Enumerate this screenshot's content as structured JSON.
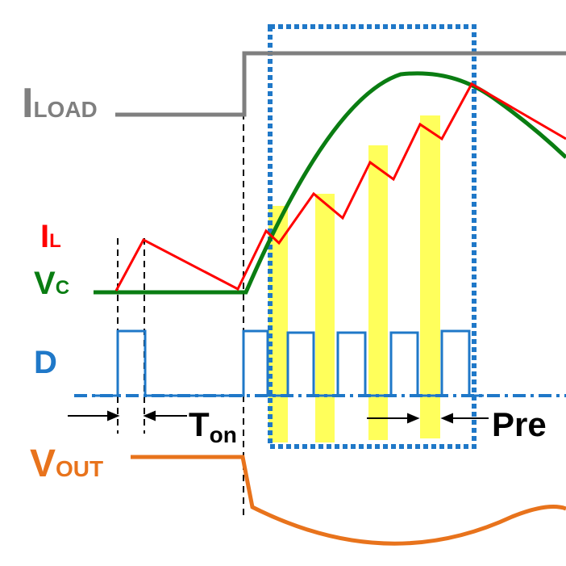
{
  "labels": {
    "iload": {
      "main": "I",
      "sub": "LOAD"
    },
    "il": {
      "main": "I",
      "sub": "L"
    },
    "vc": {
      "main": "V",
      "sub": "C"
    },
    "d": {
      "main": "D"
    },
    "vout": {
      "main": "V",
      "sub": "OUT"
    },
    "ton": {
      "main": "T",
      "sub": "on"
    },
    "pre": {
      "main": "Pre"
    }
  },
  "colors": {
    "iload": "#7f7f7f",
    "il": "#ff0000",
    "vc": "#0a7d12",
    "d": "#1f78c8",
    "vout": "#e8731c",
    "highlight": "#ffff33",
    "marker": "#000000"
  }
}
